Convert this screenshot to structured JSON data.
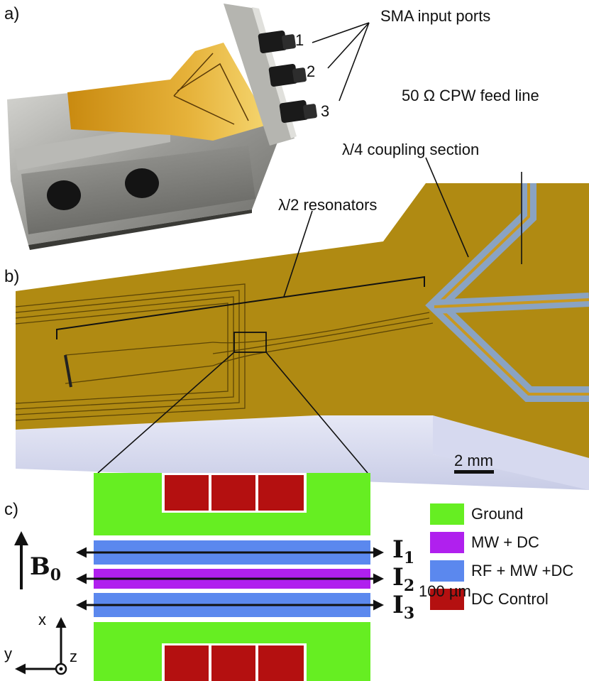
{
  "panels": {
    "a": "a)",
    "b": "b)",
    "c": "c)"
  },
  "panel_a": {
    "sma_label": "SMA input ports",
    "ports": [
      "1",
      "2",
      "3"
    ]
  },
  "panel_b": {
    "feed_line_label": "50 Ω CPW feed line",
    "coupling_label": "λ/4 coupling section",
    "resonators_label": "λ/2 resonators",
    "scale_label": "2 mm"
  },
  "panel_c": {
    "currents": [
      "I1",
      "I2",
      "I3"
    ],
    "current_main": "I",
    "current_subs": [
      "1",
      "2",
      "3"
    ],
    "field_main": "B",
    "field_sub": "0",
    "axes": {
      "x": "x",
      "y": "y",
      "z": "z"
    },
    "scale_label": "100 µm",
    "legend": [
      {
        "label": "Ground",
        "color": "#66ee22"
      },
      {
        "label": "MW + DC",
        "color": "#b020ee"
      },
      {
        "label": "RF + MW +DC",
        "color": "#5b88ee"
      },
      {
        "label": "DC Control",
        "color": "#b41010"
      }
    ]
  }
}
